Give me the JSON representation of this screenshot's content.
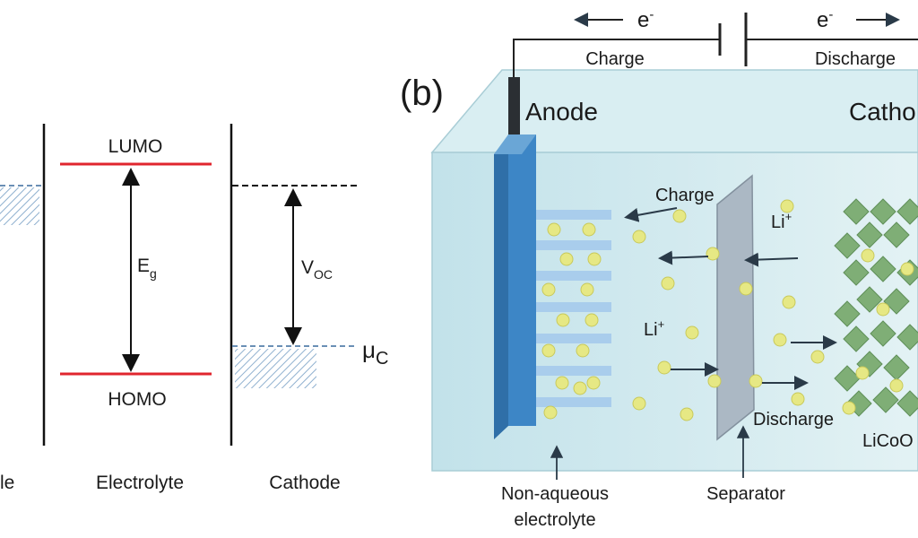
{
  "energy_diagram": {
    "anode_label_fragment": "le",
    "electrolyte_label": "Electrolyte",
    "cathode_label": "Cathode",
    "lumo_label": "LUMO",
    "homo_label": "HOMO",
    "eg_label": "E",
    "eg_sub": "g",
    "voc_label": "V",
    "voc_sub": "OC",
    "muc_label": "μ",
    "muc_sub": "C",
    "colors": {
      "lumo_homo": "#e0262e",
      "mu_level": "#6a8fb5",
      "line": "#111111"
    }
  },
  "battery_diagram": {
    "panel_label": "(b)",
    "electron_left": "e",
    "electron_right": "e",
    "electron_sup": "-",
    "circuit_charge_label": "Charge",
    "circuit_discharge_label": "Discharge",
    "anode_label": "Anode",
    "cathode_label_fragment": "Catho",
    "charge_label": "Charge",
    "discharge_label": "Discharge",
    "li_ion_top": "Li",
    "li_ion_mid": "Li",
    "li_sup": "+",
    "cathode_material_fragment": "LiCoO",
    "electrolyte_callout": [
      "Non-aqueous",
      "electrolyte"
    ],
    "separator_callout": "Separator",
    "colors": {
      "cell_fill": "#cfe8ee",
      "electrode": "#3d86c6",
      "ion": "#e6e884",
      "cathode_crystal": "#7fae76",
      "separator": "#a7b3c0"
    }
  }
}
